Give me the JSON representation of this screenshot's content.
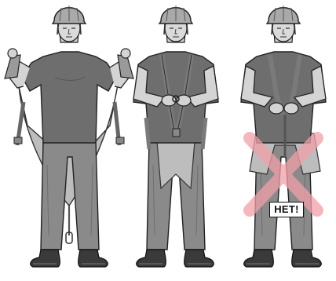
{
  "illustration": {
    "figures": [
      {
        "name": "figure-hold-sling"
      },
      {
        "name": "figure-fasten-harness"
      },
      {
        "name": "figure-wrong-way"
      }
    ],
    "prohibited_label": "НЕТ!",
    "colors": {
      "helmet": "#a9a9a9",
      "skin": "#d9d9d9",
      "shirt": "#6e6e6e",
      "pants": "#8a8a8a",
      "boots": "#3a3a3a",
      "strap": "#7a7a7a",
      "sling": "#bdbdbd",
      "cross": "#f0a0a8",
      "outline": "#222222"
    }
  }
}
